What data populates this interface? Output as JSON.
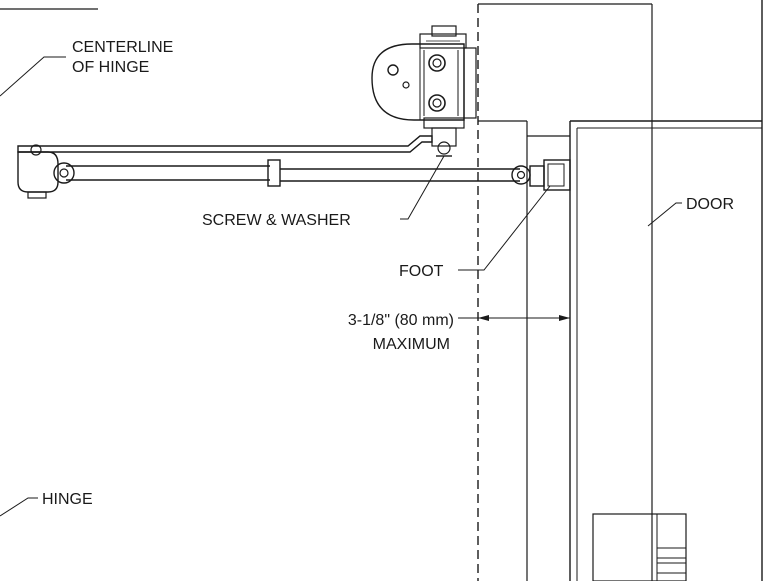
{
  "labels": {
    "centerline_line1": "CENTERLINE",
    "centerline_line2": "OF HINGE",
    "screw_washer": "SCREW & WASHER",
    "door": "DOOR",
    "foot": "FOOT",
    "dimension_line1": "3-1/8\" (80 mm)",
    "dimension_line2": "MAXIMUM",
    "hinge": "HINGE"
  },
  "colors": {
    "ink": "#1a1a1a",
    "paper": "#ffffff"
  }
}
